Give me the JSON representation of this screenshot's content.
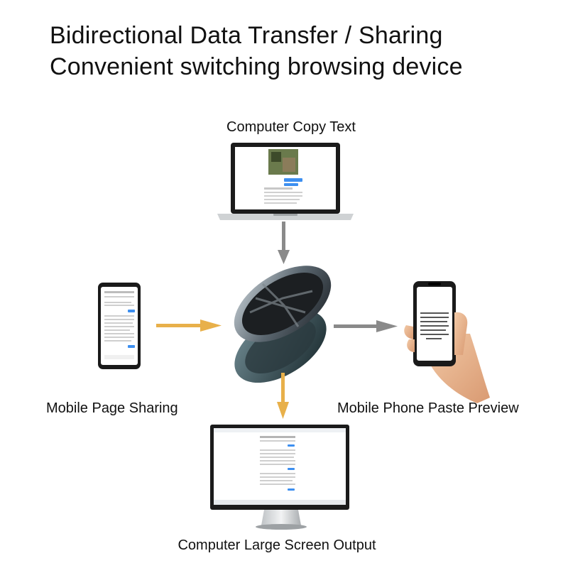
{
  "header": {
    "line1": "Bidirectional Data Transfer / Sharing",
    "line2": "Convenient switching browsing device"
  },
  "nodes": {
    "top": {
      "label": "Computer Copy Text",
      "icon": "laptop-icon"
    },
    "left": {
      "label": "Mobile Page Sharing",
      "icon": "smartphone-icon"
    },
    "right": {
      "label": "Mobile Phone Paste Preview",
      "icon": "hand-phone-icon"
    },
    "bottom": {
      "label": "Computer Large Screen Output",
      "icon": "monitor-icon"
    },
    "center": {
      "icon": "wireless-hub-icon"
    }
  },
  "colors": {
    "arrow_gray": "#8a8a8a",
    "arrow_orange": "#e8b04a",
    "bubble_blue": "#3d8ff0"
  }
}
